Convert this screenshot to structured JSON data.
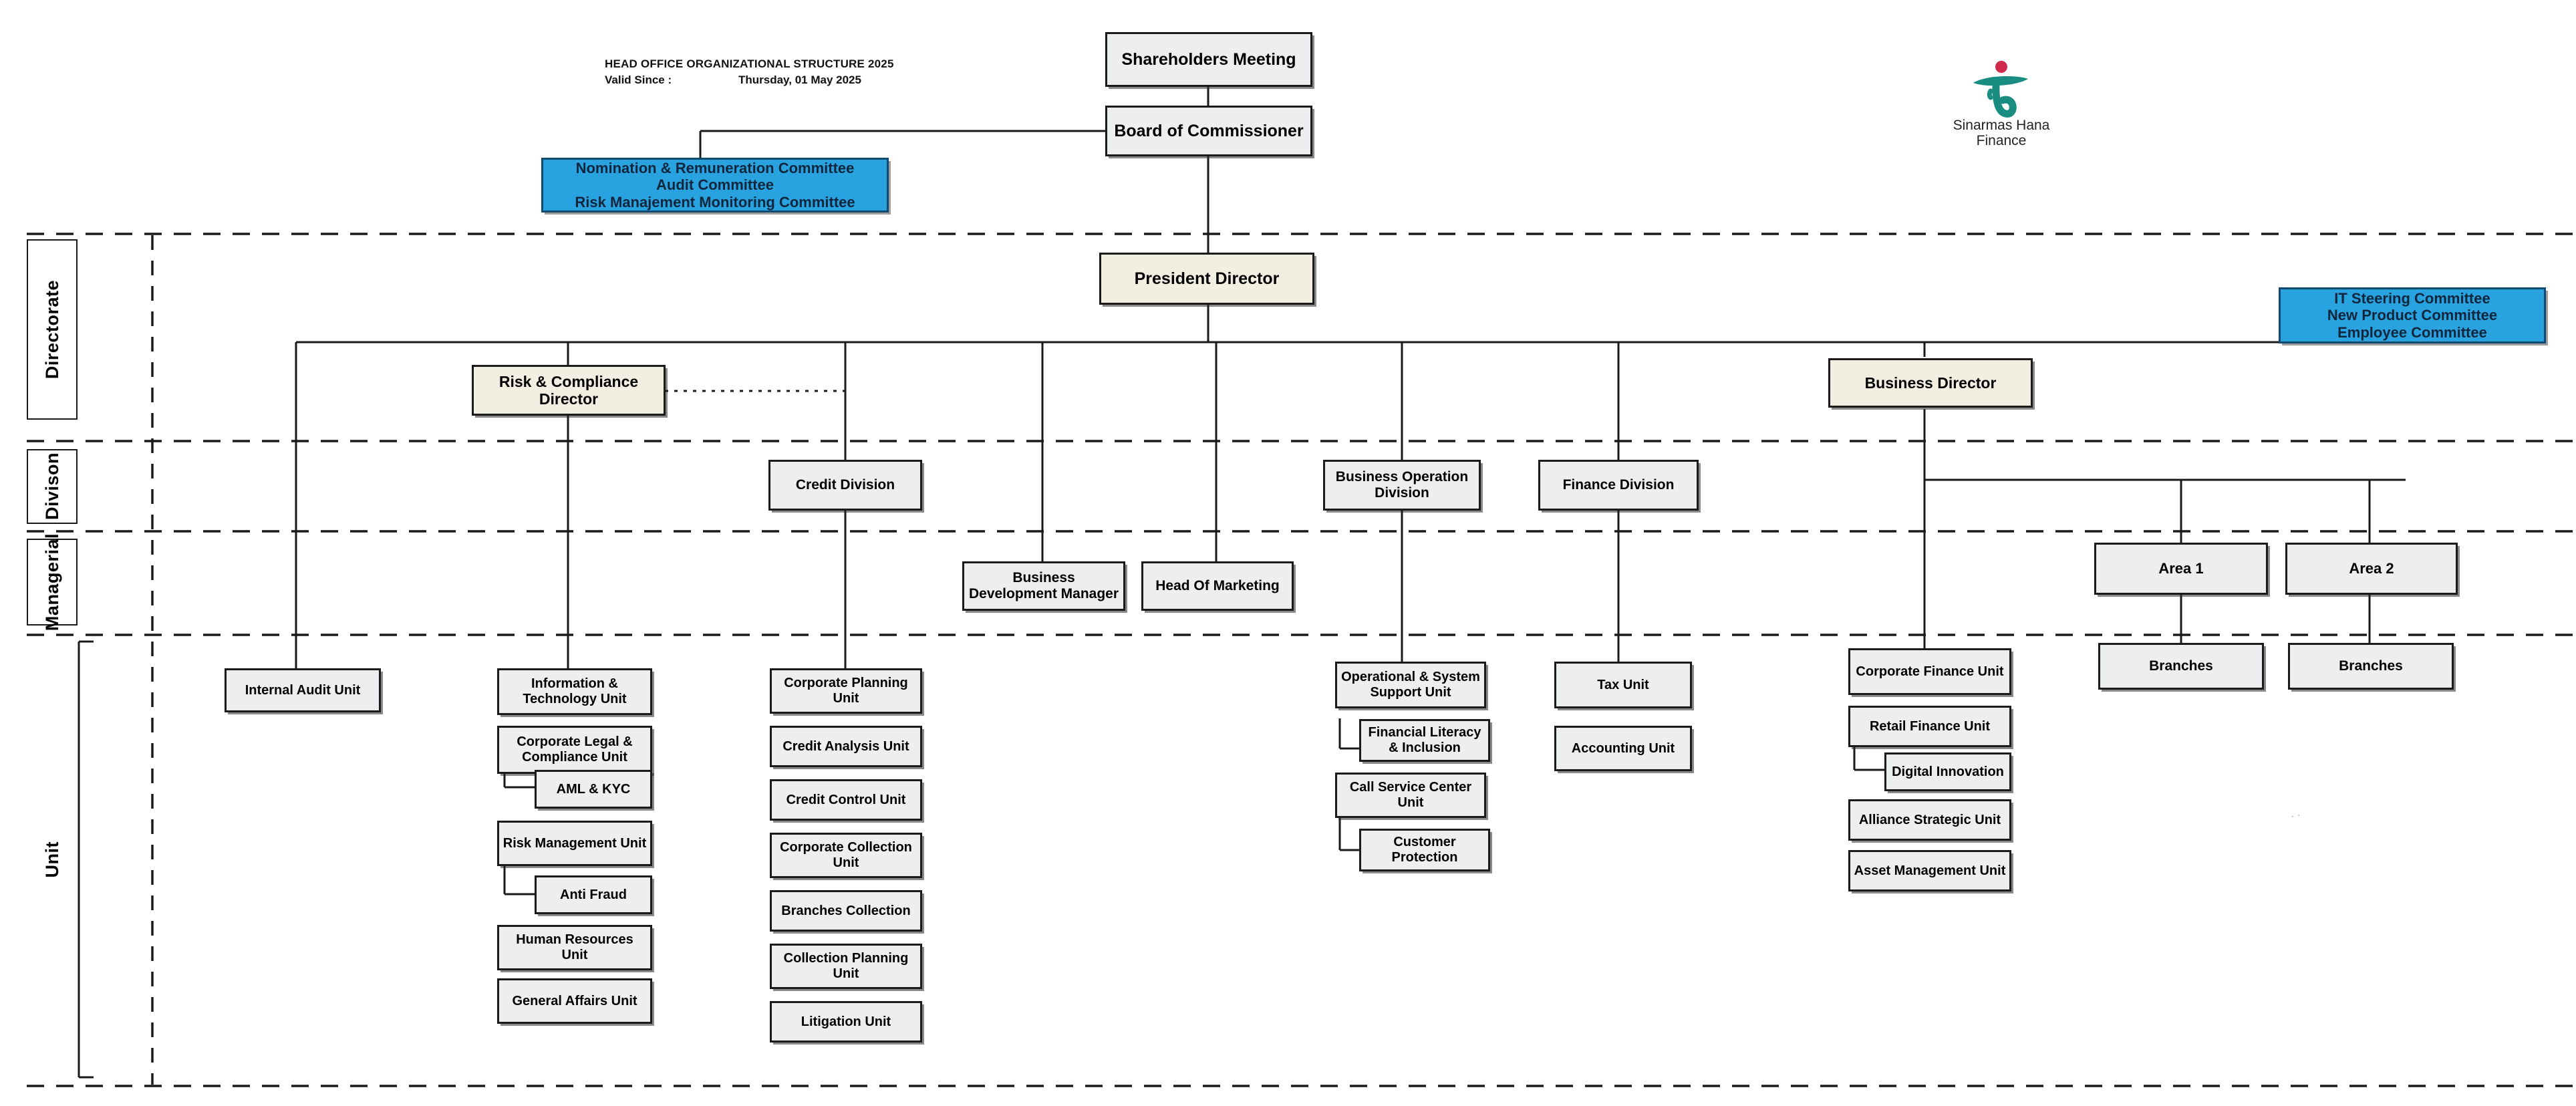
{
  "header": {
    "title": "HEAD OFFICE ORGANIZATIONAL STRUCTURE 2025",
    "valid_since_label": "Valid Since :",
    "valid_since_value": "Thursday, 01 May 2025"
  },
  "logo": {
    "line1": "Sinarmas Hana",
    "line2": "Finance",
    "mark_color": "#1a8d82",
    "dot_color": "#cf2a4b"
  },
  "colors": {
    "director_fill": "#f2efe2",
    "division_fill": "#eceeef",
    "committee_fill": "#29a3e0",
    "unit_fill": "#ffffff",
    "line": "#1a1a1a"
  },
  "band_labels": [
    {
      "label": "Directorate"
    },
    {
      "label": "Divison"
    },
    {
      "label": "Managerial"
    },
    {
      "label": "Unit"
    }
  ],
  "governance": {
    "shareholders_meeting": "Shareholders Meeting",
    "board_of_commissioner": "Board of Commissioner",
    "commissioner_committees": [
      "Nomination & Remuneration Committee",
      "Audit Committee",
      "Risk Manajement Monitoring Committee"
    ],
    "director_committees": [
      "IT Steering Committee",
      "New Product Committee",
      "Employee Committee"
    ]
  },
  "directorate": {
    "president_director": "President Director",
    "risk_compliance_director": "Risk & Compliance Director",
    "business_director": "Business Director"
  },
  "divisions": {
    "credit": "Credit Division",
    "business_operation": "Business Operation Division",
    "finance": "Finance Division"
  },
  "managerial": {
    "business_development_manager": "Business Development Manager",
    "head_of_marketing": "Head Of Marketing",
    "area_1": "Area 1",
    "area_2": "Area 2"
  },
  "units": {
    "internal_audit": "Internal Audit Unit",
    "risk_compliance_column": [
      {
        "label": "Information & Technology Unit",
        "sub": false
      },
      {
        "label": "Corporate Legal & Compliance Unit",
        "sub": false
      },
      {
        "label": "AML & KYC",
        "sub": true
      },
      {
        "label": "Risk Management Unit",
        "sub": false
      },
      {
        "label": "Anti Fraud",
        "sub": true
      },
      {
        "label": "Human Resources Unit",
        "sub": false
      },
      {
        "label": "General Affairs Unit",
        "sub": false
      }
    ],
    "credit_column": [
      {
        "label": "Corporate Planning Unit",
        "sub": false
      },
      {
        "label": "Credit Analysis Unit",
        "sub": false
      },
      {
        "label": "Credit Control Unit",
        "sub": false
      },
      {
        "label": "Corporate Collection Unit",
        "sub": false
      },
      {
        "label": "Branches Collection",
        "sub": false
      },
      {
        "label": "Collection Planning Unit",
        "sub": false
      },
      {
        "label": "Litigation Unit",
        "sub": false
      }
    ],
    "business_operation_column": [
      {
        "label": "Operational & System Support Unit",
        "sub": false
      },
      {
        "label": "Financial Literacy &  Inclusion",
        "sub": true
      },
      {
        "label": "Call Service Center Unit",
        "sub": false
      },
      {
        "label": "Customer Protection",
        "sub": true
      }
    ],
    "finance_column": [
      {
        "label": "Tax Unit",
        "sub": false
      },
      {
        "label": "Accounting Unit",
        "sub": false
      }
    ],
    "business_column": [
      {
        "label": "Corporate Finance Unit",
        "sub": false
      },
      {
        "label": "Retail Finance Unit",
        "sub": false
      },
      {
        "label": "Digital Innovation",
        "sub": true
      },
      {
        "label": "Alliance Strategic Unit",
        "sub": false
      },
      {
        "label": "Asset Management Unit",
        "sub": false
      }
    ],
    "branches_area_1": "Branches",
    "branches_area_2": "Branches"
  }
}
